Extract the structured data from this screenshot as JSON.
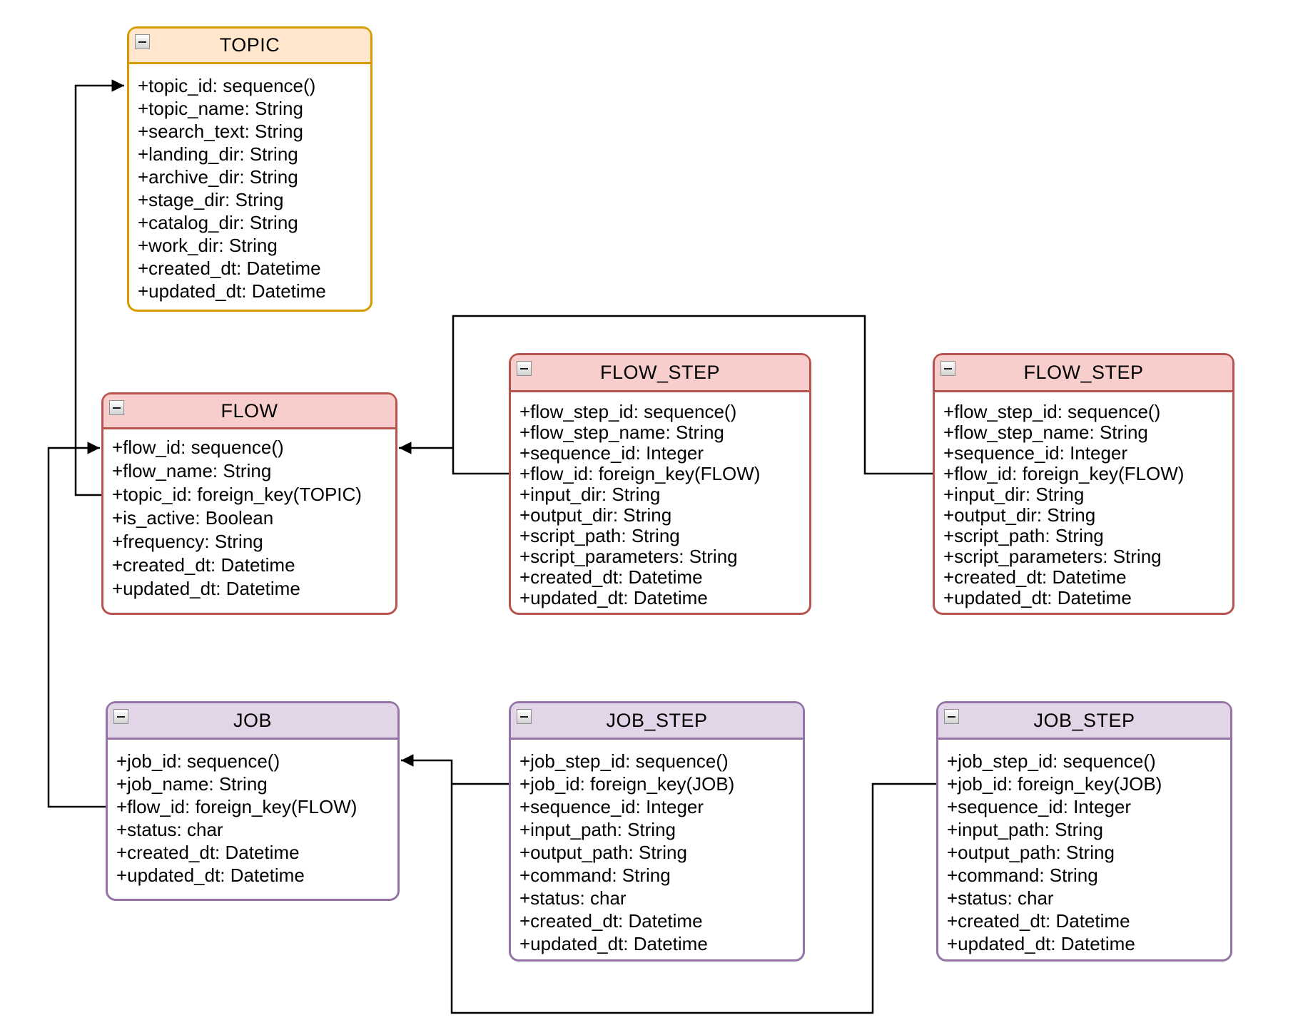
{
  "diagram": {
    "connector_color": "#000000",
    "themes": {
      "orange": {
        "fill": "#FFE6CC",
        "stroke": "#D79B00"
      },
      "red": {
        "fill": "#F8CECC",
        "stroke": "#B85450"
      },
      "purple": {
        "fill": "#E1D5E7",
        "stroke": "#9673A6"
      }
    },
    "entities": [
      {
        "title": "TOPIC",
        "theme": "orange",
        "fields": [
          "+topic_id: sequence()",
          "+topic_name: String",
          "+search_text: String",
          "+landing_dir: String",
          "+archive_dir: String",
          "+stage_dir: String",
          "+catalog_dir: String",
          "+work_dir: String",
          "+created_dt: Datetime",
          "+updated_dt: Datetime"
        ]
      },
      {
        "title": "FLOW",
        "theme": "red",
        "fields": [
          "+flow_id: sequence()",
          "+flow_name: String",
          "+topic_id: foreign_key(TOPIC)",
          "+is_active: Boolean",
          "+frequency: String",
          "+created_dt: Datetime",
          "+updated_dt: Datetime"
        ]
      },
      {
        "title": "FLOW_STEP",
        "theme": "red",
        "fields": [
          "+flow_step_id: sequence()",
          "+flow_step_name: String",
          "+sequence_id: Integer",
          "+flow_id: foreign_key(FLOW)",
          "+input_dir: String",
          "+output_dir: String",
          "+script_path: String",
          "+script_parameters: String",
          "+created_dt: Datetime",
          "+updated_dt: Datetime"
        ]
      },
      {
        "title": "FLOW_STEP",
        "theme": "red",
        "fields": [
          "+flow_step_id: sequence()",
          "+flow_step_name: String",
          "+sequence_id: Integer",
          "+flow_id: foreign_key(FLOW)",
          "+input_dir: String",
          "+output_dir: String",
          "+script_path: String",
          "+script_parameters: String",
          "+created_dt: Datetime",
          "+updated_dt: Datetime"
        ]
      },
      {
        "title": "JOB",
        "theme": "purple",
        "fields": [
          "+job_id: sequence()",
          "+job_name: String",
          "+flow_id: foreign_key(FLOW)",
          "+status: char",
          "+created_dt: Datetime",
          "+updated_dt: Datetime"
        ]
      },
      {
        "title": "JOB_STEP",
        "theme": "purple",
        "fields": [
          "+job_step_id: sequence()",
          "+job_id: foreign_key(JOB)",
          "+sequence_id: Integer",
          "+input_path: String",
          "+output_path: String",
          "+command: String",
          "+status: char",
          "+created_dt: Datetime",
          "+updated_dt: Datetime"
        ]
      },
      {
        "title": "JOB_STEP",
        "theme": "purple",
        "fields": [
          "+job_step_id: sequence()",
          "+job_id: foreign_key(JOB)",
          "+sequence_id: Integer",
          "+input_path: String",
          "+output_path: String",
          "+command: String",
          "+status: char",
          "+created_dt: Datetime",
          "+updated_dt: Datetime"
        ]
      }
    ],
    "relationships": [
      {
        "from": "FLOW.topic_id",
        "to": "TOPIC.topic_id"
      },
      {
        "from": "JOB.flow_id",
        "to": "FLOW.flow_id"
      },
      {
        "from": "FLOW_STEP(left).flow_id",
        "to": "FLOW.flow_id"
      },
      {
        "from": "FLOW_STEP(right).flow_id",
        "to": "FLOW.flow_id"
      },
      {
        "from": "JOB_STEP(left).job_id",
        "to": "JOB.job_id"
      },
      {
        "from": "JOB_STEP(right).job_id",
        "to": "JOB.job_id"
      }
    ]
  }
}
